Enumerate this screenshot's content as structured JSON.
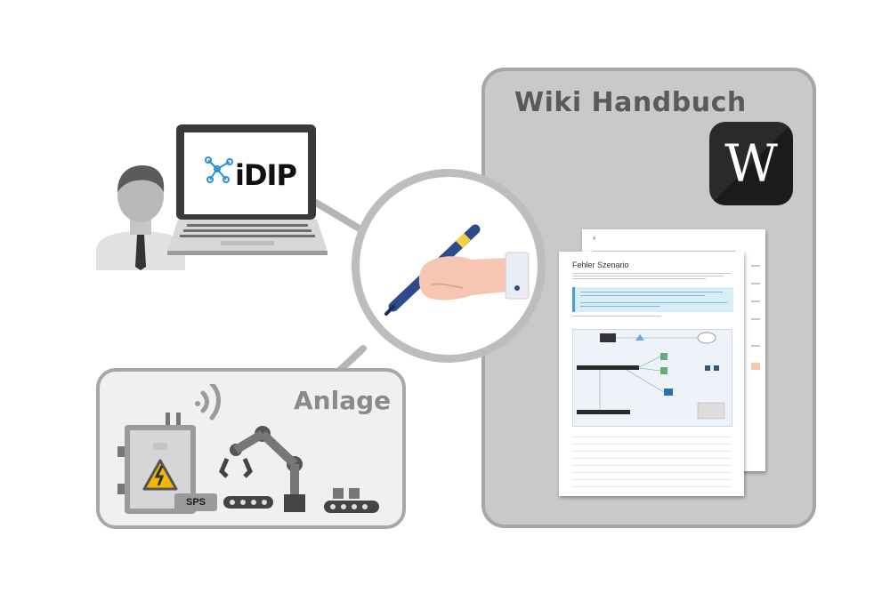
{
  "wiki": {
    "title": "Wiki Handbuch",
    "logo_letter": "W"
  },
  "anlage": {
    "title": "Anlage",
    "sps_label": "SPS"
  },
  "laptop": {
    "brand": "iDIP"
  },
  "document": {
    "back_heading": "# ",
    "heading": "Fehler Szenario"
  },
  "colors": {
    "panel_gray": "#c9c9c9",
    "panel_border": "#a7a7a7",
    "pen_blue": "#2f4a8a",
    "pen_band": "#f4d03f",
    "idip_network": "#2b8fd6",
    "warning_yellow": "#f5b800"
  }
}
